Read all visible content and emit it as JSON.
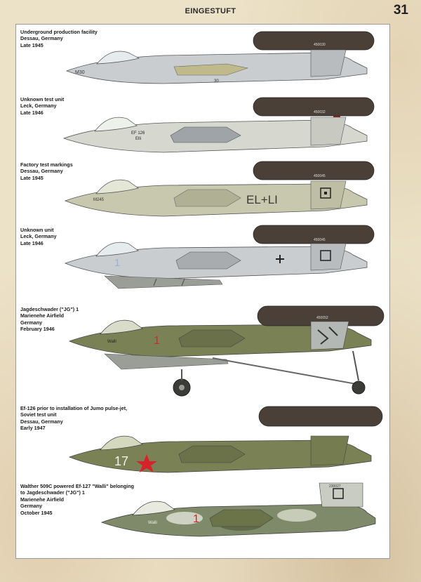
{
  "header": {
    "title": "EINGESTUFT",
    "page_number": "31"
  },
  "colors": {
    "silver": "#c9cdd0",
    "light_grey": "#d6d8cf",
    "pale_green": "#c7c8ad",
    "dark_green": "#7a8255",
    "jet_dark": "#4a4038",
    "soviet_red": "#d8222a"
  },
  "plates": [
    {
      "caption_lines": [
        "Underground production facility",
        "Dessau, Germany",
        "Late 1945"
      ],
      "markings": {
        "nose": "M30",
        "belly": "30",
        "fin_code": "450030"
      }
    },
    {
      "caption_lines": [
        "Unknown test unit",
        "Leck, Germany",
        "Late 1946"
      ],
      "markings": {
        "nose": "EF 126",
        "nose2": "Elli",
        "fin_code": "450032"
      }
    },
    {
      "caption_lines": [
        "Factory test markings",
        "Dessau, Germany",
        "Late 1945"
      ],
      "markings": {
        "nose": "M245",
        "fuselage": "EL+LI",
        "fin_code": "450045"
      }
    },
    {
      "caption_lines": [
        "Unknown unit",
        "Leck, Germany",
        "Late 1946"
      ],
      "markings": {
        "numeral": "1",
        "fin_code": "450045"
      }
    },
    {
      "caption_lines": [
        "Jagdeschwader (\"JG\") 1",
        "Marienehe Airfield",
        "Germany",
        "February 1946"
      ],
      "markings": {
        "numeral": "1",
        "nose": "Walli",
        "fin_code": "450052"
      }
    },
    {
      "caption_lines": [
        "Ef-126 prior to installation of Jumo pulse-jet,",
        "Soviet test unit",
        "Dessau, Germany",
        "Early 1947"
      ],
      "markings": {
        "numeral": "17"
      }
    },
    {
      "caption_lines": [
        "Walther 509C powered Ef-127 \"Walli\" belonging",
        "to Jagdeschwader (\"JG\") 1",
        "Marienehe Airfield",
        "Germany",
        "October 1945"
      ],
      "markings": {
        "numeral": "1",
        "nose": "Walli",
        "fin_code": "230027"
      }
    }
  ]
}
